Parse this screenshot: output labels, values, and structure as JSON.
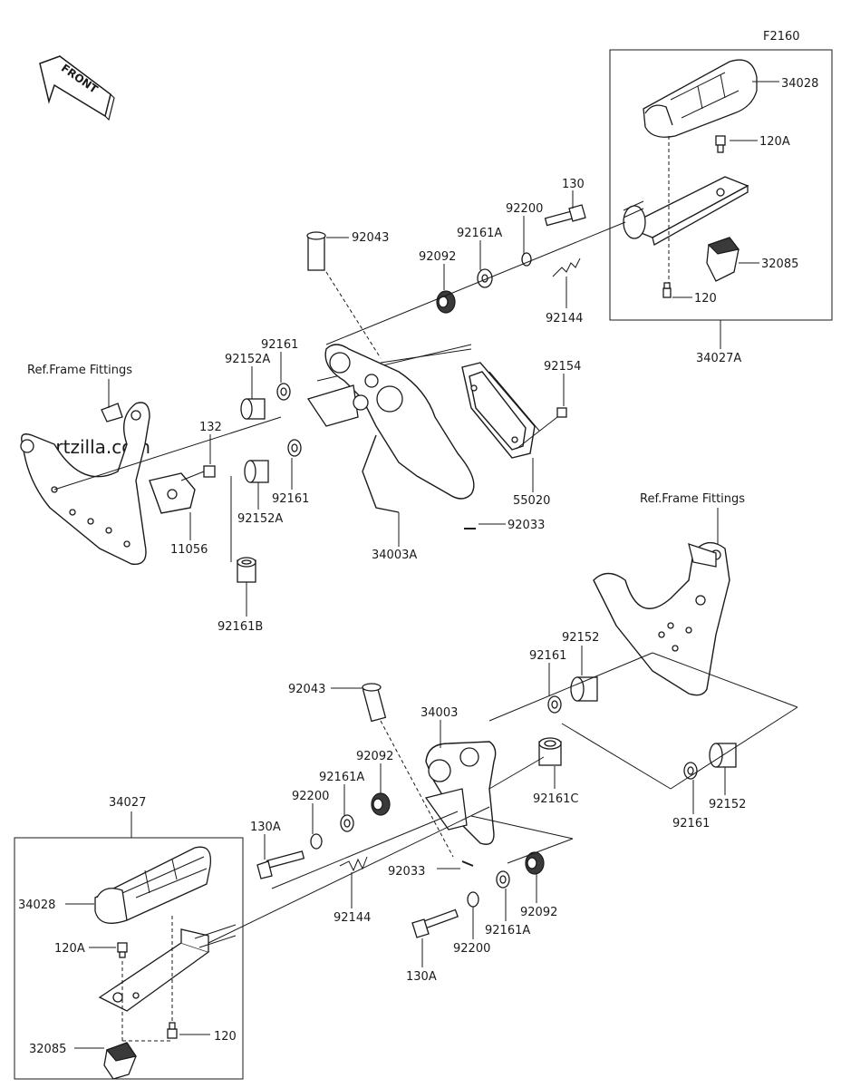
{
  "figure_code": "F2160",
  "front_label": "FRONT",
  "watermark": "Partzilla.com",
  "ref_labels": [
    "Ref.Frame Fittings",
    "Ref.Frame Fittings"
  ],
  "labels": {
    "34028_top": "34028",
    "120A_top": "120A",
    "32085_top": "32085",
    "120_top": "120",
    "34027A": "34027A",
    "130": "130",
    "92200_top": "92200",
    "92161A_top": "92161A",
    "92092_top": "92092",
    "92043_top": "92043",
    "92144_top": "92144",
    "92154": "92154",
    "55020": "55020",
    "92033_top": "92033",
    "34003A": "34003A",
    "92161_top1": "92161",
    "92152A_top1": "92152A",
    "92161_top2": "92161",
    "92152A_top2": "92152A",
    "132": "132",
    "11056": "11056",
    "92161B": "92161B",
    "92152_b1": "92152",
    "92161_b1": "92161",
    "92043_bot": "92043",
    "34003": "34003",
    "92092_b1": "92092",
    "92161A_b1": "92161A",
    "92200_b1": "92200",
    "130A_b1": "130A",
    "92161C": "92161C",
    "92161_b2": "92161",
    "92152_b2": "92152",
    "92033_bot": "92033",
    "92144_bot": "92144",
    "92092_b2": "92092",
    "92161A_b2": "92161A",
    "92200_b2": "92200",
    "130A_b2": "130A",
    "34027": "34027",
    "34028_bot": "34028",
    "120A_bot": "120A",
    "120_bot": "120",
    "32085_bot": "32085"
  }
}
